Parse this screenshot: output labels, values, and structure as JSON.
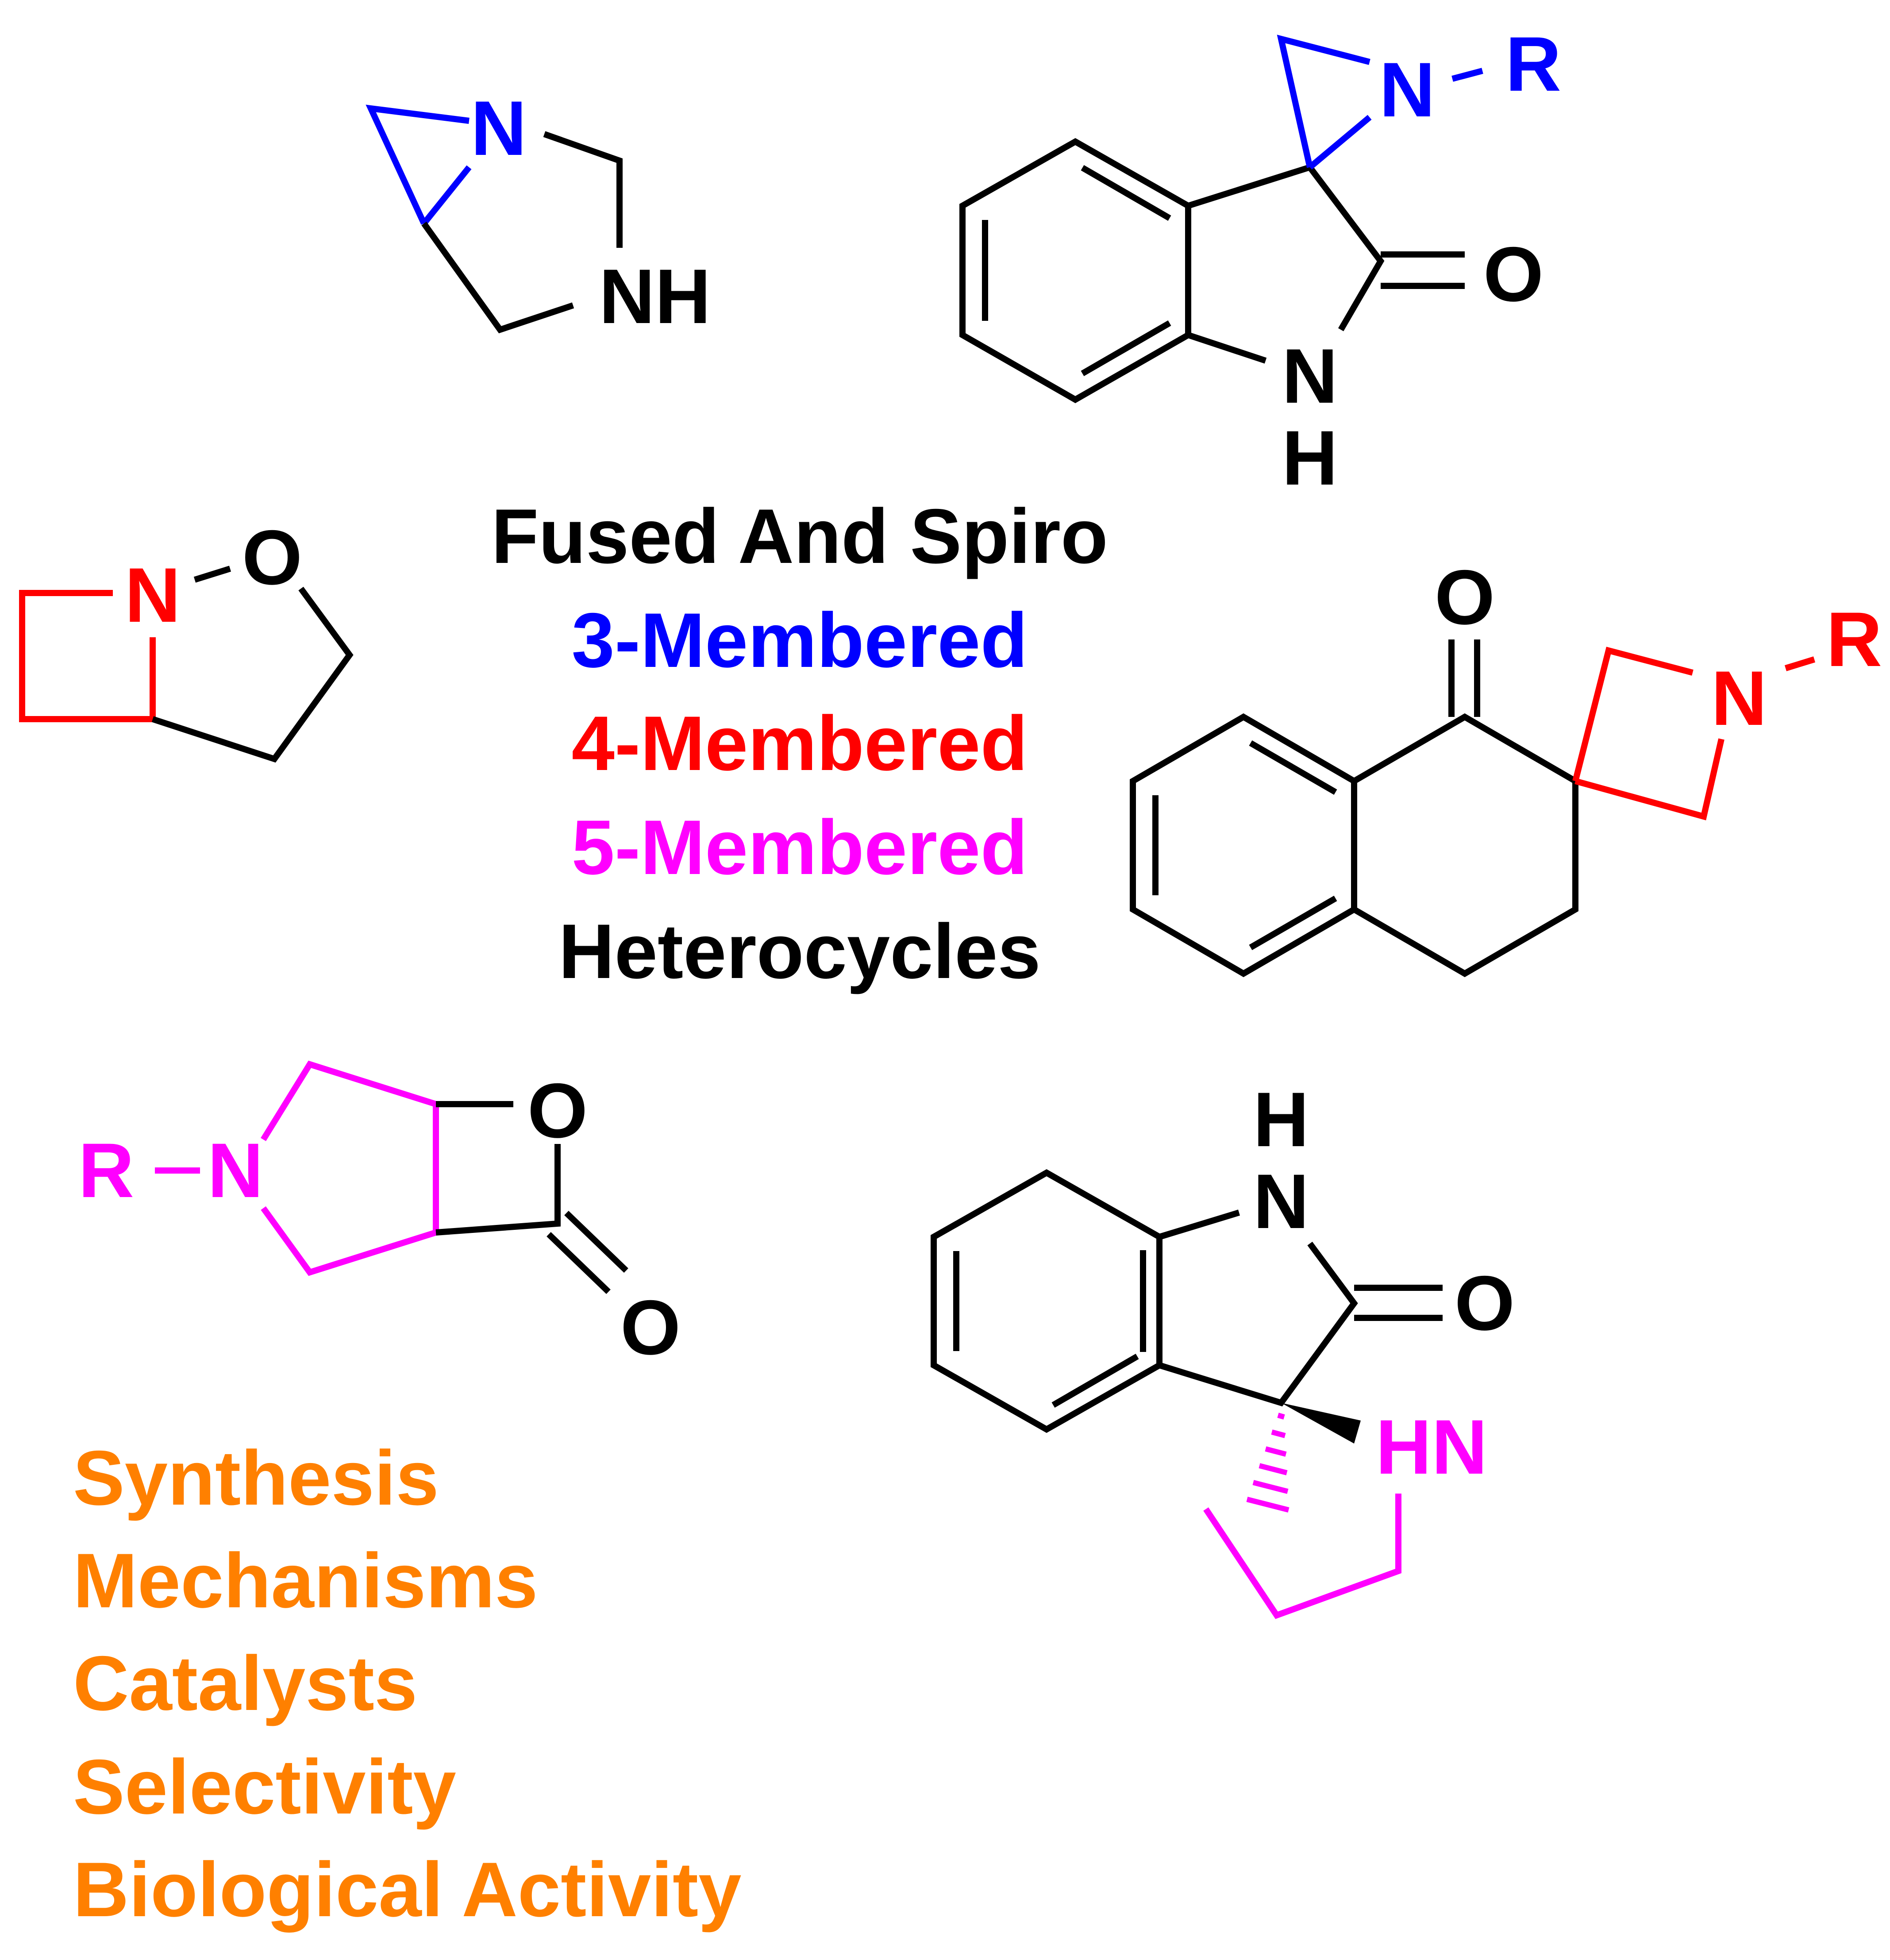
{
  "colors": {
    "black": "#000000",
    "three_membered": "#0000FF",
    "four_membered": "#FF0000",
    "five_membered": "#FF00FF",
    "topics": "#FF8000"
  },
  "center_caption": {
    "line1": "Fused And Spiro",
    "line2": "3-Membered",
    "line3": "4-Membered",
    "line4": "5-Membered",
    "line5": "Heterocycles"
  },
  "topics": [
    "Synthesis",
    "Mechanisms",
    "Catalysts",
    "Selectivity",
    "Biological Activity"
  ],
  "atoms": {
    "m1_N": "N",
    "m1_NH": "NH",
    "m2_N": "N",
    "m2_R": "R",
    "m2_O": "O",
    "m2_N_lactam": "N",
    "m2_H_lactam": "H",
    "m3_N": "N",
    "m3_O": "O",
    "m4_O": "O",
    "m4_N": "N",
    "m4_R": "R",
    "m5_R": "R",
    "m5_N": "N",
    "m5_O_ring": "O",
    "m5_O_carbonyl": "O",
    "m6_H": "H",
    "m6_N": "N",
    "m6_O": "O",
    "m6_HN": "HN"
  }
}
